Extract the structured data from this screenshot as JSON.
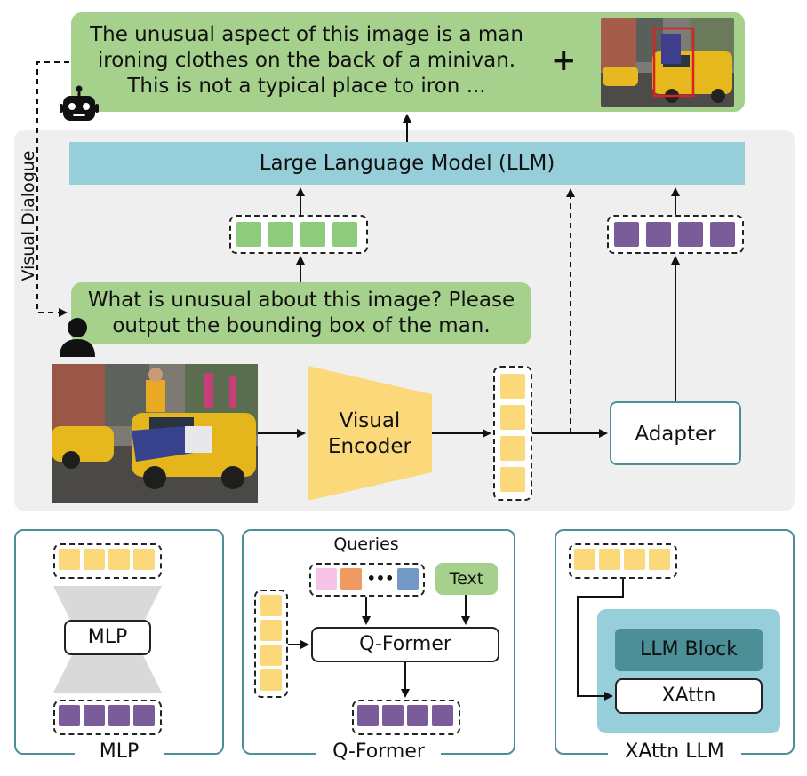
{
  "response": {
    "lines": [
      "The unusual aspect of this image is a man",
      "ironing clothes on the back of a minivan.",
      "This is not a typical place to iron ..."
    ],
    "plus": "+"
  },
  "llm_label": "Large Language Model (LLM)",
  "side_label": "Visual Dialogue",
  "question": {
    "lines": [
      "What is unusual about this image? Please",
      "output the bounding box of the man."
    ]
  },
  "encoder_label": [
    "Visual",
    "Encoder"
  ],
  "adapter_label": "Adapter",
  "panels": {
    "mlp": {
      "title": "MLP",
      "block": "MLP"
    },
    "qformer": {
      "title": "Q-Former",
      "queries": "Queries",
      "ellipsis": "•••",
      "text": "Text",
      "block": "Q-Former"
    },
    "xattn": {
      "title": "XAttn LLM",
      "llm_block": "LLM Block",
      "xattn": "XAttn"
    }
  },
  "colors": {
    "green": "#a6d18d",
    "blue": "#96ceda",
    "gray": "#efefef",
    "yellow": "#fbd97a",
    "purple": "#7a5c9b",
    "teal": "#4c8f97"
  }
}
